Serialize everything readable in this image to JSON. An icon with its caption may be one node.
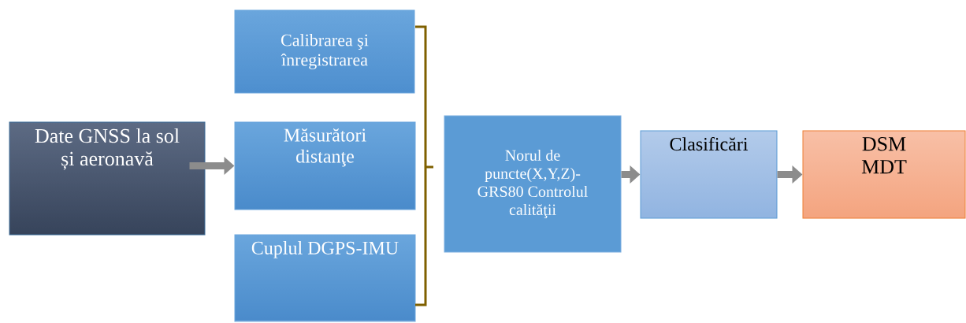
{
  "diagram": {
    "nodes": [
      {
        "text": [
          "Date GNSS la sol și aeronavă"
        ]
      },
      {
        "text": [
          "Calibrarea şi înregistrarea"
        ]
      },
      {
        "text": [
          "Măsurători distanţe"
        ]
      },
      {
        "text": [
          "Cuplul DGPS-IMU"
        ]
      },
      {
        "text": [
          "Norul de puncte(X,Y,Z)- GRS80 Controlul calităţii"
        ]
      },
      {
        "text": [
          "Clasificări"
        ]
      },
      {
        "text": [
          "DSM MDT"
        ]
      }
    ],
    "edges": [
      {
        "from": 0,
        "to": 2,
        "arrow": "to"
      },
      {
        "from": 4,
        "to": 5,
        "arrow": "to"
      },
      {
        "from": 5,
        "to": 6,
        "arrow": "to"
      }
    ]
  }
}
